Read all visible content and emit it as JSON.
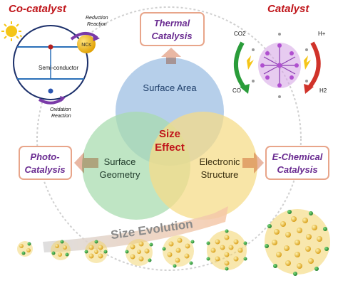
{
  "headings": {
    "co_catalyst": "Co-catalyst",
    "catalyst": "Catalyst"
  },
  "boxes": {
    "thermal": [
      "Thermal",
      "Catalysis"
    ],
    "photo": [
      "Photo-",
      "Catalysis"
    ],
    "echem": [
      "E-Chemical",
      "Catalysis"
    ]
  },
  "venn": {
    "top": "Surface Area",
    "left": [
      "Surface",
      "Geometry"
    ],
    "right": [
      "Electronic",
      "Structure"
    ],
    "center": [
      "Size",
      "Effect"
    ]
  },
  "semiconductor": {
    "label": "Semi-conductor",
    "ncs": "NCs",
    "reduction": [
      "Reduction",
      "Reaction"
    ],
    "oxidation": [
      "Oxidation",
      "Reaction"
    ]
  },
  "cluster_labels": {
    "co2": "CO2",
    "co": "CO",
    "hplus": "H+",
    "h2": "H2"
  },
  "banner": "Size Evolution",
  "colors": {
    "venn_top": "#a9c7e6",
    "venn_left": "#a9dcb0",
    "venn_right": "#f5dc8a",
    "box_border": "#e8a58a",
    "heading": "#c0161b",
    "purple": "#6a2c91",
    "center": "#c0161b",
    "gold": "#e8b830",
    "green_atom": "#2a9c3a"
  }
}
